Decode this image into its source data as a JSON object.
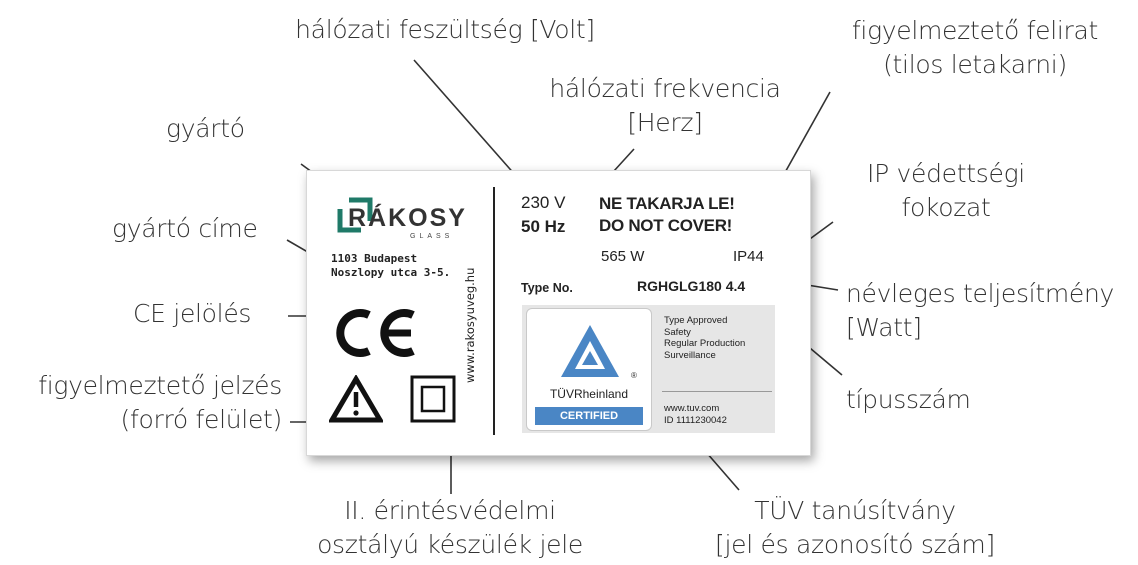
{
  "callouts": {
    "voltage": "hálózati feszültség [Volt]",
    "warning_text_line1": "figyelmeztető felirat",
    "warning_text_line2": "(tilos letakarni)",
    "frequency_line1": "hálózati frekvencia",
    "frequency_line2": "[Herz]",
    "manufacturer": "gyártó",
    "ip_line1": "IP  védettségi",
    "ip_line2": "fokozat",
    "manufacturer_address": "gyártó címe",
    "power_line1": "névleges teljesítmény",
    "power_line2": "[Watt]",
    "ce_marking": "CE jelölés",
    "warning_symbol_line1": "figyelmeztető jelzés",
    "warning_symbol_line2": "(forró felület)",
    "type_number": "típusszám",
    "class_line1": "II. érintésvédelmi",
    "class_line2": "osztályú készülék jele",
    "tuv_line1": "TÜV tanúsítvány",
    "tuv_line2": "[jel és azonosító szám]"
  },
  "label": {
    "brand": "RÁKOSY",
    "brand_sub": "GLASS",
    "address_line1": "1103 Budapest",
    "address_line2": "Noszlopy utca 3-5.",
    "website": "www.rakosyuveg.hu",
    "ce_mark": "CE",
    "voltage": "230 V",
    "frequency": "50 Hz",
    "warning_line1": "NE TAKARJA LE!",
    "warning_line2": "DO NOT COVER!",
    "power": "565 W",
    "ip_rating": "IP44",
    "type_label": "Type No.",
    "type_value": "RGHGLG180 4.4",
    "tuv": {
      "brand": "TÜVRheinland",
      "registered": "®",
      "certified": "CERTIFIED",
      "line1": "Type Approved",
      "line2": "Safety",
      "line3": "Regular Production",
      "line4": "Surveillance",
      "url": "www.tuv.com",
      "id": "ID  1111230042"
    }
  },
  "colors": {
    "logo_green": "#1f7a68",
    "tuv_blue": "#4a86c5",
    "callout_text": "#333333",
    "leader_line": "#333333"
  }
}
